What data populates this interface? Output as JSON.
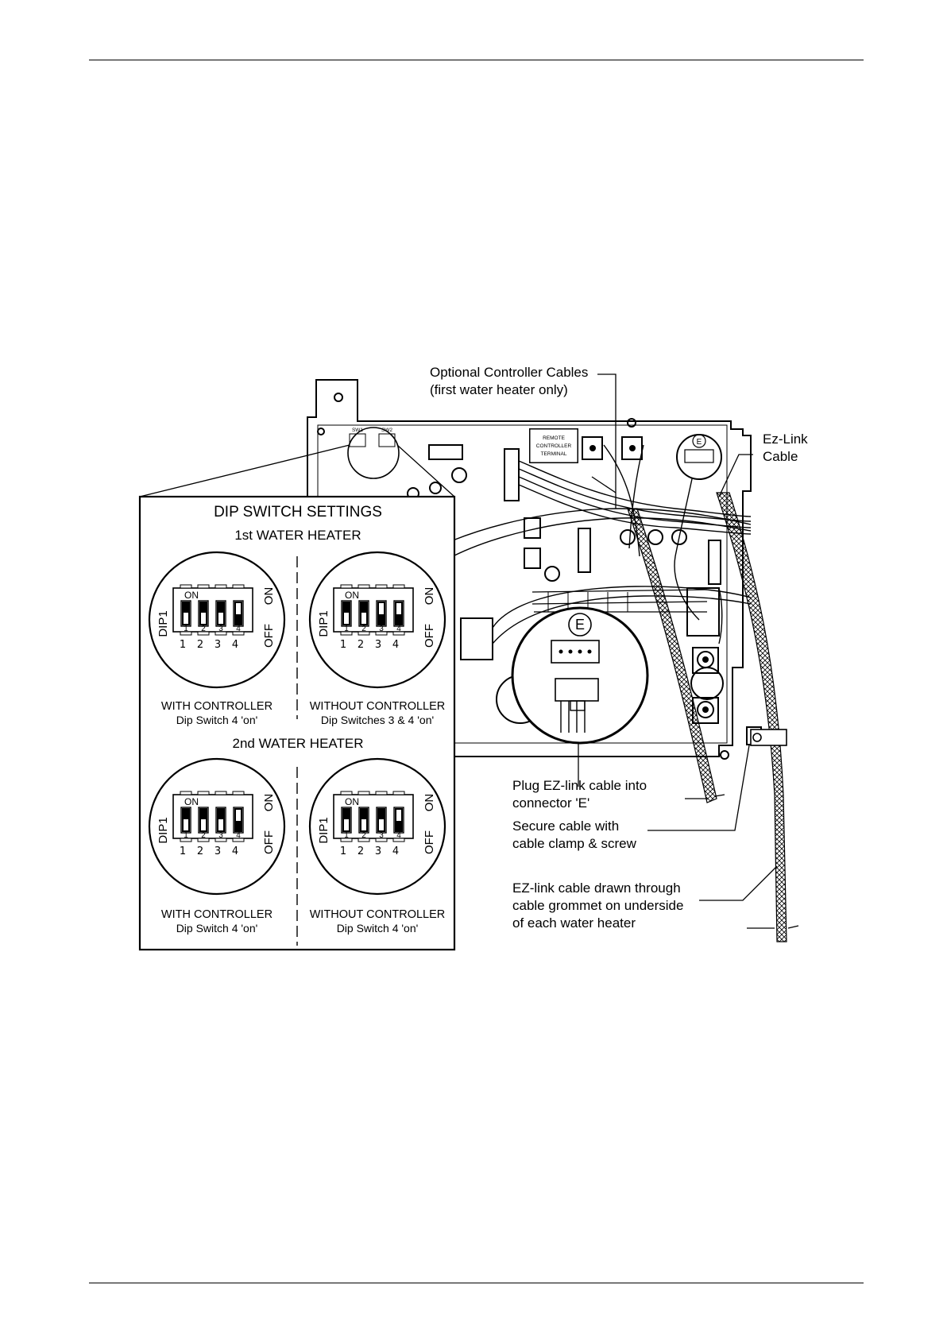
{
  "board": {
    "remote_terminal": [
      "REMOTE",
      "CONTROLLER",
      "TERMINAL"
    ],
    "sw1": "SW1",
    "sw2": "SW2",
    "connector_letter": "E"
  },
  "callouts": {
    "optional_cables": [
      "Optional Controller Cables",
      "(first water heater only)"
    ],
    "ez_link": [
      "Ez-Link",
      "Cable"
    ],
    "plug": [
      "Plug EZ-link cable into",
      "connector 'E'"
    ],
    "secure": [
      "Secure cable with",
      "cable clamp & screw"
    ],
    "drawn": [
      "EZ-link cable drawn through",
      "cable grommet on underside",
      "of each water heater"
    ]
  },
  "dip_panel": {
    "title": "DIP SWITCH SETTINGS",
    "heater1_title": "1st WATER HEATER",
    "heater2_title": "2nd WATER HEATER",
    "dip_label": "DIP1",
    "on_label": "ON",
    "off_label": "OFF",
    "numbers": [
      "1",
      "2",
      "3",
      "4"
    ],
    "settings": [
      {
        "caption": "WITH CONTROLLER",
        "detail": "Dip Switch 4 'on'",
        "switches_on": [
          false,
          false,
          false,
          true
        ]
      },
      {
        "caption": "WITHOUT CONTROLLER",
        "detail": "Dip Switches 3 & 4 'on'",
        "switches_on": [
          false,
          false,
          true,
          true
        ]
      },
      {
        "caption": "WITH CONTROLLER",
        "detail": "Dip Switch 4 'on'",
        "switches_on": [
          false,
          false,
          false,
          true
        ]
      },
      {
        "caption": "WITHOUT CONTROLLER",
        "detail": "Dip Switch 4 'on'",
        "switches_on": [
          false,
          false,
          false,
          true
        ]
      }
    ]
  }
}
